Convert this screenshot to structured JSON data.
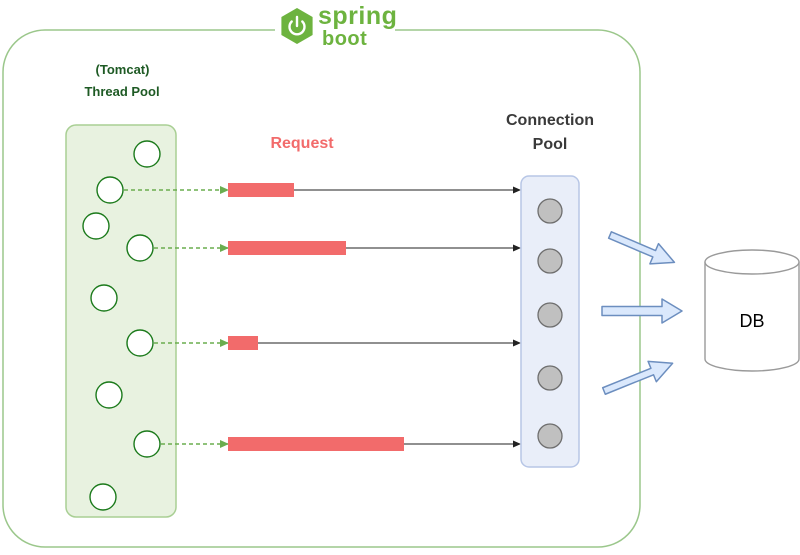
{
  "logo": {
    "word1": "spring",
    "word2": "boot",
    "icon": "power-icon",
    "color": "#6db33f"
  },
  "thread_pool": {
    "line1": "(Tomcat)",
    "line2": "Thread Pool",
    "fill": "#e8f2e0",
    "border": "#a9cf94",
    "thread_color": "#1b7a1b"
  },
  "request": {
    "label": "Request",
    "color": "#f26b6b"
  },
  "connection_pool": {
    "line1": "Connection",
    "line2": "Pool",
    "fill": "#e9eef9",
    "border": "#b7c6e6",
    "connection_count": 5
  },
  "db": {
    "label": "DB"
  },
  "arrow_color": "#6c8ebf"
}
